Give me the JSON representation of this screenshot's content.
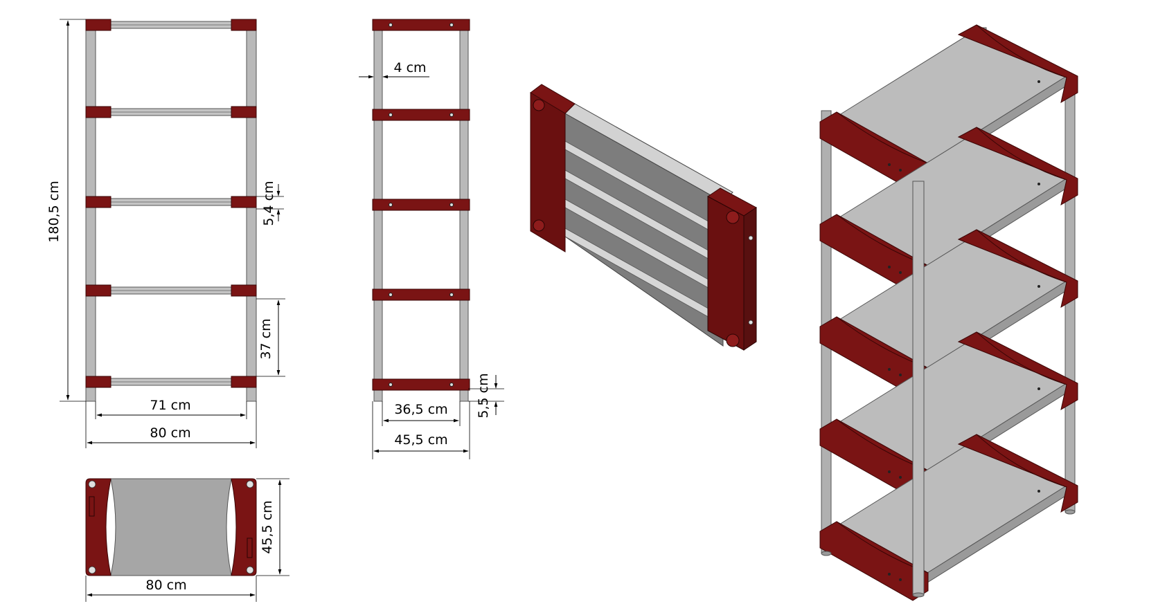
{
  "dimensions": {
    "front_height": "180,5 cm",
    "front_inner_width": "71 cm",
    "front_outer_width": "80 cm",
    "shelf_thickness": "5,4 cm",
    "shelf_spacing": "37 cm",
    "side_pole": "4 cm",
    "side_inner_depth": "36,5 cm",
    "side_outer_depth": "45,5 cm",
    "side_shelf_thickness": "5,5 cm",
    "top_depth": "45,5 cm",
    "top_width": "80 cm"
  },
  "colors": {
    "maroon": "#7a1414",
    "aluminium": "#c4c4c4",
    "panel": "#a6a6a6"
  }
}
